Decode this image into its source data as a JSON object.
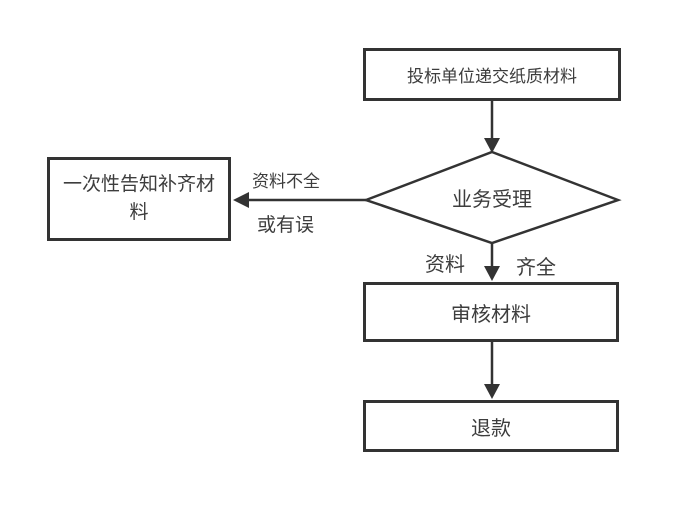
{
  "diagram": {
    "title": "bid-material-refund-flowchart",
    "nodes": {
      "submit": {
        "label": "投标单位递交纸质材料",
        "shape": "rect"
      },
      "decision": {
        "label": "业务受理",
        "shape": "diamond"
      },
      "notify": {
        "label": "一次性告知补齐材料",
        "shape": "rect"
      },
      "review": {
        "label": "审核材料",
        "shape": "rect"
      },
      "refund": {
        "label": "退款",
        "shape": "rect"
      }
    },
    "edges": {
      "submit_to_decision": {
        "from": "submit",
        "to": "decision"
      },
      "decision_to_notify": {
        "from": "decision",
        "to": "notify",
        "label_top": "资料不全",
        "label_bottom": "或有误"
      },
      "decision_to_review": {
        "from": "decision",
        "to": "review",
        "label_left": "资料",
        "label_right": "齐全"
      },
      "review_to_refund": {
        "from": "review",
        "to": "refund"
      }
    },
    "colors": {
      "line": "#333333",
      "text": "#3d3d3d",
      "background": "#ffffff"
    }
  }
}
